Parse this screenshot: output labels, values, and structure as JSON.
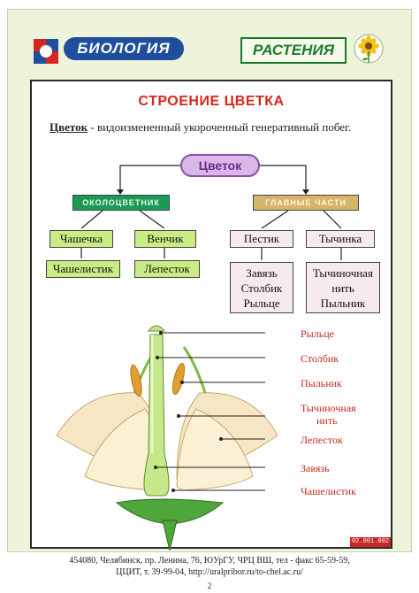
{
  "header": {
    "brand": "БИОЛОГИЯ",
    "section": "РАСТЕНИЯ"
  },
  "main": {
    "title": "СТРОЕНИЕ ЦВЕТКА",
    "definition_term": "Цветок",
    "definition_text": " - видоизмененный укороченный генеративный побег.",
    "code": "02.001.002"
  },
  "tree": {
    "root": "Цветок",
    "perianth": {
      "header": "ОКОЛОЦВЕТНИК",
      "calyx": "Чашечка",
      "corolla": "Венчик",
      "sepal": "Чашелистик",
      "petal": "Лепесток"
    },
    "main_parts": {
      "header": "ГЛАВНЫЕ ЧАСТИ",
      "pistil": "Пестик",
      "stamen": "Тычинка",
      "pistil_parts": [
        "Завязь",
        "Столбик",
        "Рыльце"
      ],
      "stamen_parts": [
        "Тычиночная",
        "нить",
        "Пыльник"
      ]
    }
  },
  "diagram_labels": {
    "stigma": "Рыльце",
    "style": "Столбик",
    "anther": "Пыльник",
    "filament_1": "Тычиночная",
    "filament_2": "нить",
    "petal": "Лепесток",
    "ovary": "Завязь",
    "sepal": "Чашелистик"
  },
  "footer": {
    "line1": "454080, Челябинск, пр. Ленина, 76, ЮУрГУ, ЧРЦ ВШ, тел - факс 65-59-59,",
    "line2": "ЦЦИТ, т. 39-99-04, http://uralpribor.ru/to-chel.ac.ru/",
    "page": "2"
  },
  "colors": {
    "accent_red": "#d4271d",
    "brand_blue": "#1f4e9c",
    "section_green": "#1a7c2a"
  }
}
